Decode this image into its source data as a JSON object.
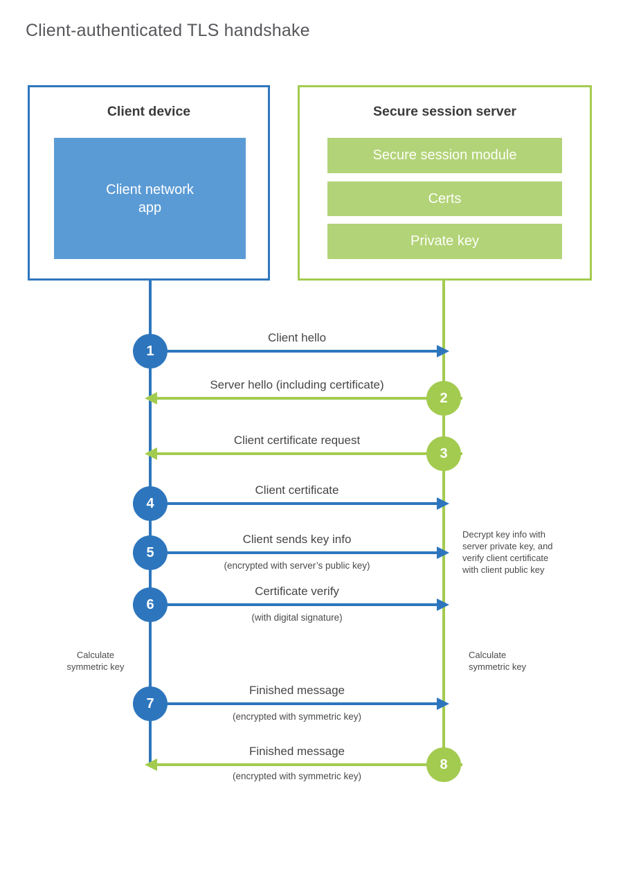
{
  "title": "Client-authenticated TLS handshake",
  "client_box": {
    "title": "Client device",
    "app": "Client network\napp"
  },
  "server_box": {
    "title": "Secure session server",
    "modules": [
      "Secure session module",
      "Certs",
      "Private key"
    ]
  },
  "messages": [
    {
      "num": "1",
      "label": "Client hello",
      "direction": "client-to-server"
    },
    {
      "num": "2",
      "label": "Server hello (including certificate)",
      "direction": "server-to-client"
    },
    {
      "num": "3",
      "label": "Client certificate request",
      "direction": "server-to-client"
    },
    {
      "num": "4",
      "label": "Client certificate",
      "direction": "client-to-server"
    },
    {
      "num": "5",
      "label": "Client sends key info",
      "sub": "(encrypted with server’s public key)",
      "direction": "client-to-server"
    },
    {
      "num": "6",
      "label": "Certificate verify",
      "sub": "(with digital signature)",
      "direction": "client-to-server"
    },
    {
      "num": "7",
      "label": "Finished message",
      "sub": "(encrypted with symmetric key)",
      "direction": "client-to-server"
    },
    {
      "num": "8",
      "label": "Finished message",
      "sub": "(encrypted with symmetric key)",
      "direction": "server-to-client"
    }
  ],
  "notes": {
    "decrypt": "Decrypt key info with\nserver private key, and\nverify client certificate\nwith client public key",
    "calculate_left": "Calculate\nsymmetric key",
    "calculate_right": "Calculate\nsymmetric key"
  },
  "colors": {
    "blue_stroke": "#2d76bd",
    "blue_fill": "#5b9bd5",
    "green_stroke": "#a3cb4f",
    "green_fill": "#b2d377"
  }
}
